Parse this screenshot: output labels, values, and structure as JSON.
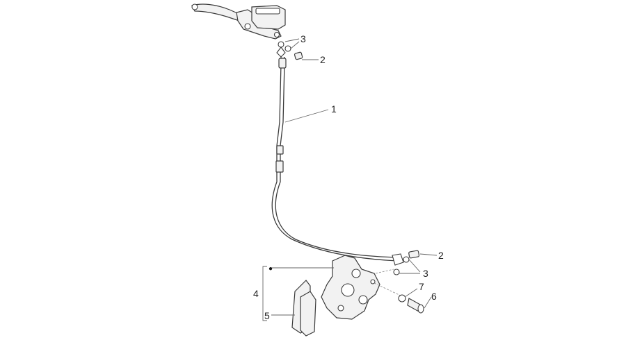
{
  "callouts": [
    {
      "id": "c1",
      "label": "1"
    },
    {
      "id": "c2_top",
      "label": "2"
    },
    {
      "id": "c3_top",
      "label": "3"
    },
    {
      "id": "c2_bottom",
      "label": "2"
    },
    {
      "id": "c3_bottom",
      "label": "3"
    },
    {
      "id": "c4",
      "label": "4"
    },
    {
      "id": "c5",
      "label": "5"
    },
    {
      "id": "c6",
      "label": "6"
    },
    {
      "id": "c7",
      "label": "7"
    }
  ],
  "kit_marker": "●"
}
